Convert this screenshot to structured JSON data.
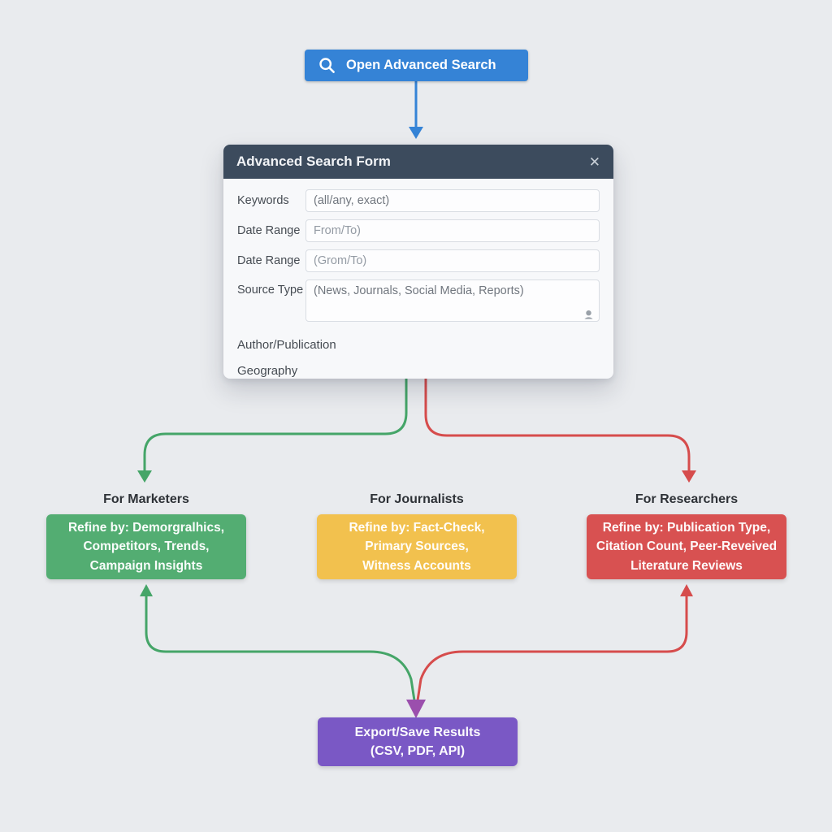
{
  "colors": {
    "background": "#e9ebee",
    "button_blue": "#3583d6",
    "modal_header": "#3c4b5d",
    "green": "#53ad72",
    "yellow": "#f2c14e",
    "red": "#d85151",
    "purple": "#7a58c5",
    "arrow_blue": "#3583d6",
    "arrow_green": "#45a568",
    "arrow_red": "#d64c4c",
    "arrow_purple": "#9b4fad"
  },
  "trigger_button": {
    "label": "Open Advanced Search"
  },
  "modal": {
    "title": "Advanced Search Form",
    "close_glyph": "✕",
    "fields": [
      {
        "label": "Keywords",
        "placeholder": "(all/any, exact)"
      },
      {
        "label": "Date Range",
        "placeholder": "From/To)"
      },
      {
        "label": "Date Range",
        "placeholder": "(Grom/To)"
      },
      {
        "label": "Source Type",
        "placeholder": "(News, Journals, Social Media, Reports)"
      },
      {
        "label": "Author/Publication"
      },
      {
        "label": "Geography"
      }
    ]
  },
  "branches": [
    {
      "heading": "For Marketers",
      "text": "Refine by: Demorgralhics,\nCompetitors, Trends,\nCampaign Insights"
    },
    {
      "heading": "For Journalists",
      "text": "Refine by: Fact-Check,\nPrimary Sources,\nWitness Accounts"
    },
    {
      "heading": "For Researchers",
      "text": "Refine by: Publication Type,\nCitation Count, Peer-Reveived\nLiterature Reviews"
    }
  ],
  "export_box": {
    "text": "Export/Save Results\n(CSV, PDF, API)"
  },
  "icons": {
    "button": "search-icon",
    "modal_close": "close-icon",
    "source_type_corner": "person-icon"
  }
}
